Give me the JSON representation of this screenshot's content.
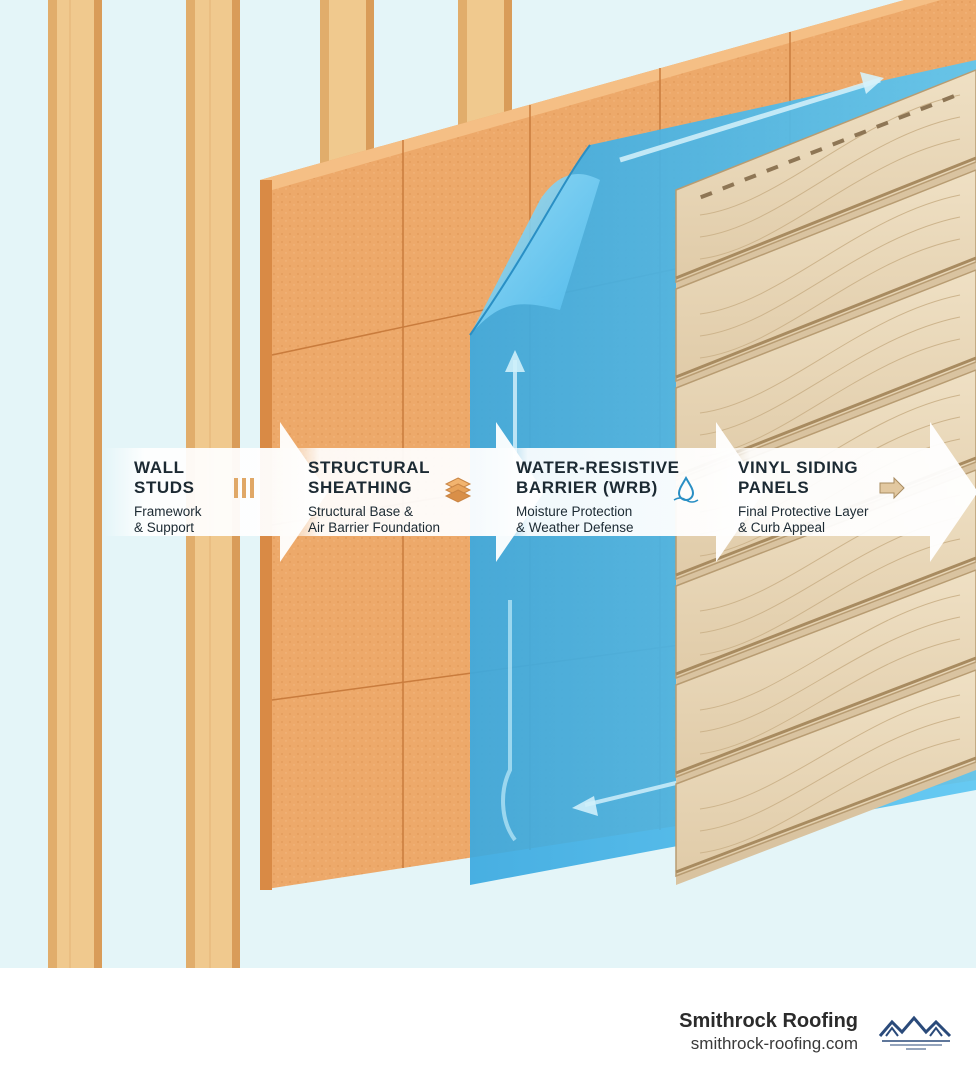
{
  "layers": [
    {
      "title_lines": [
        "WALL",
        "STUDS"
      ],
      "subtitle_lines": [
        "Framework",
        "& Support"
      ],
      "icon": "studs-icon"
    },
    {
      "title_lines": [
        "STRUCTURAL",
        "SHEATHING"
      ],
      "subtitle_lines": [
        "Structural Base &",
        "Air Barrier Foundation"
      ],
      "icon": "layers-stack-icon"
    },
    {
      "title_lines": [
        "WATER-RESISTIVE",
        "BARRIER (WRB)"
      ],
      "subtitle_lines": [
        "Moisture Protection",
        "& Weather Defense"
      ],
      "icon": "water-drop-icon"
    },
    {
      "title_lines": [
        "VINYL SIDING",
        "PANELS"
      ],
      "subtitle_lines": [
        "Final Protective Layer",
        "& Curb Appeal"
      ],
      "icon": "arrow-right-icon"
    }
  ],
  "footer": {
    "brand_name": "Smithrock Roofing",
    "website": "smithrock-roofing.com",
    "logo_icon": "house-roofline-icon"
  },
  "colors": {
    "background": "#e4f5f8",
    "stud_wood": "#f0c98e",
    "sheathing": "#eda96a",
    "wrb": "#44b8ec",
    "vinyl_siding": "#e8d6b8",
    "text": "#1c2a33"
  }
}
